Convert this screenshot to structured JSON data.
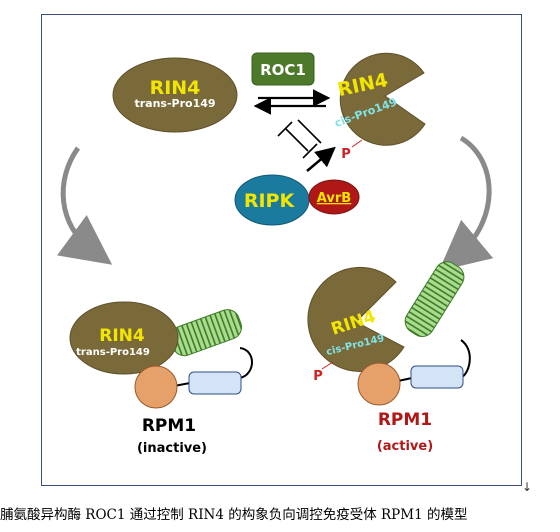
{
  "diagram": {
    "roc1_label": "ROC1",
    "rin4_trans_top": {
      "name": "RIN4",
      "sub": "trans-Pro149"
    },
    "rin4_cis_top": {
      "name": "RIN4",
      "sub": "cis-Pro149"
    },
    "phospho_top": "P",
    "ripk_label": "RIPK",
    "avrb_label": "AvrB",
    "rpm1_inactive": {
      "rin4_name": "RIN4",
      "rin4_sub": "trans-Pro149",
      "title": "RPM1",
      "state": "(inactive)"
    },
    "rpm1_active": {
      "rin4_name": "RIN4",
      "rin4_sub": "cis-Pro149",
      "phospho": "P",
      "title": "RPM1",
      "state": "(active)"
    },
    "colors": {
      "rin4_body": "#7a6a3a",
      "rin4_text": "#f2e600",
      "roc1_box": "#4d7a2a",
      "ripk": "#1b7b9e",
      "avrb": "#b01818",
      "cc_domain": "#e6a16b",
      "nb_domain": "#d5e3f7",
      "lrr_coil": "#8fcf74",
      "active_text": "#b01818",
      "cis_text": "#7fe3e8"
    }
  },
  "caption": "脯氨酸异构酶 ROC1 通过控制 RIN4 的构象负向调控免疫受体 RPM1 的模型",
  "paragraph_mark": "↓"
}
